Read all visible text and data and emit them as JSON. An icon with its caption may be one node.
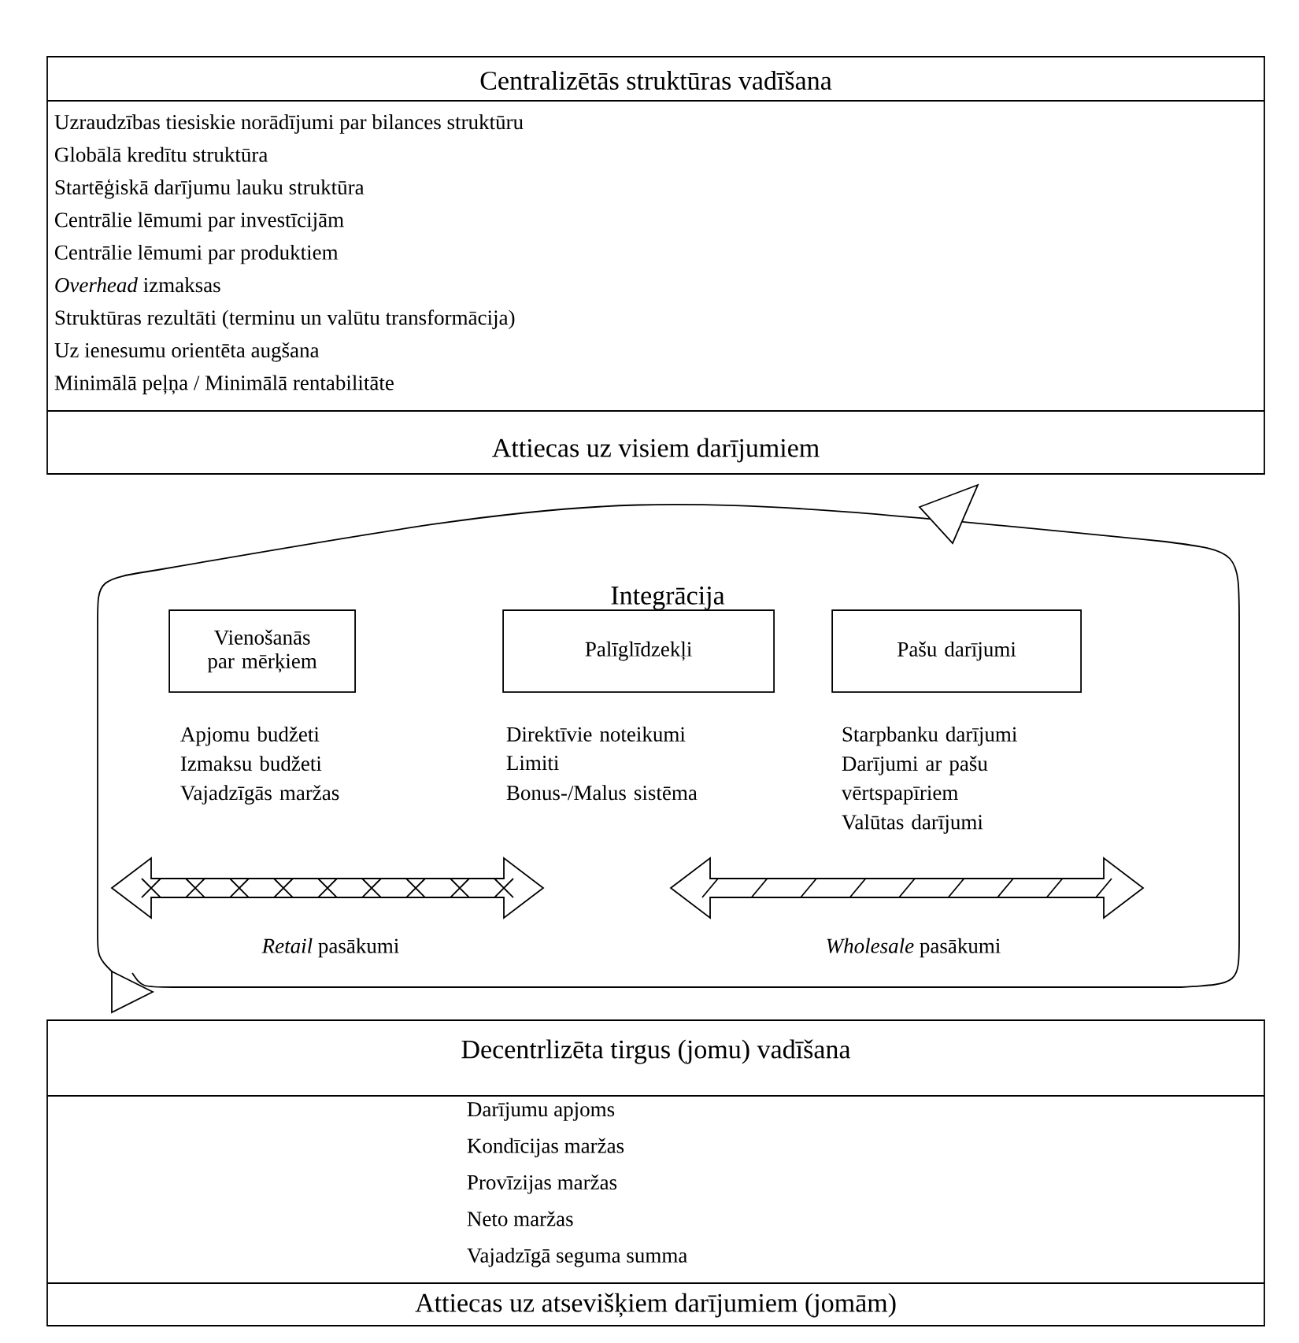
{
  "diagram": {
    "nodes": [
      {
        "text": [
          "Centralizētās struktūras vadīšana",
          "Uzraudzības tiesiskie norādījumi par bilances struktūru",
          "Globālā kredītu struktūra",
          "Startēģiskā darījumu lauku struktūra",
          "Centrālie lēmumi par investīcijām",
          "Centrālie lēmumi par produktiem",
          "*Overhead* izmaksas",
          "Struktūras rezultāti (terminu un valūtu transformācija)",
          "Uz ienesumu orientēta augšana",
          "Minimālā peļņa / Minimālā rentabilitāte",
          "Attiecas uz visiem darījumiem"
        ]
      },
      {
        "text": [
          "Integrācija"
        ]
      },
      {
        "text": [
          "Vienošanās par mērķiem"
        ],
        "in": 1,
        "beside": [
          "Apjomu budžeti",
          "Izmaksu budžeti",
          "Vajadzīgās maržas"
        ]
      },
      {
        "text": [
          "Palīglīdzekļi"
        ],
        "in": 1,
        "beside": [
          "Direktīvie noteikumi",
          "Limiti",
          "Bonus-/Malus sistēma"
        ]
      },
      {
        "text": [
          "Pašu darījumi"
        ],
        "in": 1,
        "beside": [
          "Starpbanku darījumi",
          "Darījumi ar pašu vērtspapīriem",
          "Valūtas darījumi"
        ]
      },
      {
        "text": [
          "Decentrlizēta tirgus (jomu) vadīšana",
          "Darījumu apjoms",
          "Kondīcijas maržas",
          "Provīzijas maržas",
          "Neto maržas",
          "Vajadzīgā seguma summa",
          "Attiecas uz atsevišķiem darījumiem (jomām)"
        ]
      }
    ],
    "edges": [],
    "labels": [
      "*Retail* pasākumi",
      "*Wholesale* pasākumi"
    ]
  }
}
